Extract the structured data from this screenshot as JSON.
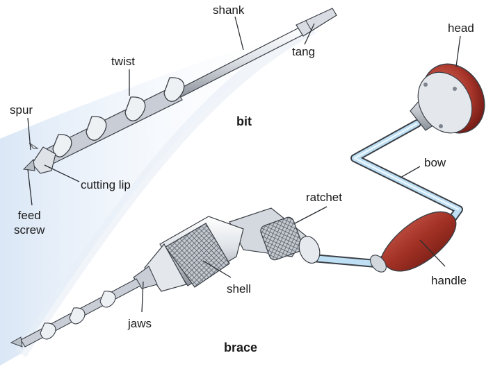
{
  "labels": {
    "shank": "shank",
    "tang": "tang",
    "twist": "twist",
    "spur": "spur",
    "bit": "bit",
    "cutting_lip": "cutting lip",
    "feed": "feed",
    "screw": "screw",
    "head": "head",
    "bow": "bow",
    "ratchet": "ratchet",
    "handle": "handle",
    "shell": "shell",
    "jaws": "jaws",
    "brace": "brace"
  },
  "colors": {
    "metal_light": "#eef1f4",
    "metal_mid": "#c9ced6",
    "metal_dark": "#7d848e",
    "outline": "#3a3f46",
    "wood_light": "#c8564a",
    "wood_dark": "#7a1d16",
    "bow_highlight": "#bfe0f4",
    "glow": "#dce8f6"
  }
}
